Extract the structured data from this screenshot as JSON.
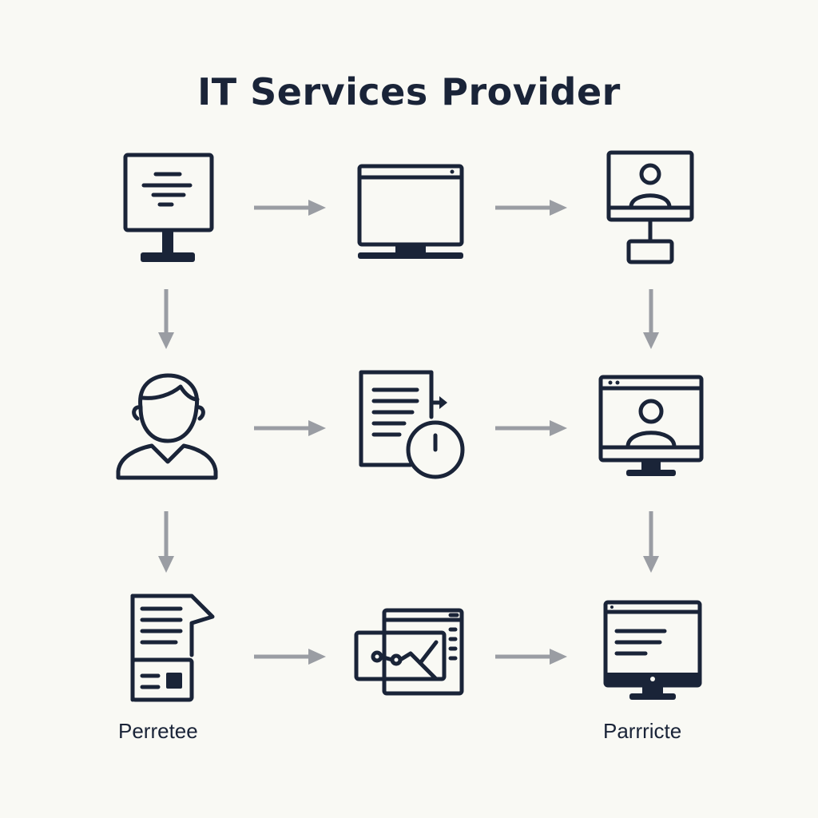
{
  "title": "IT Services Provider",
  "captions": {
    "bottom_left": "Perretee",
    "bottom_right": "Parrricte"
  },
  "icons": [
    {
      "row": 1,
      "col": 1,
      "icon": "monitor-code-icon"
    },
    {
      "row": 1,
      "col": 2,
      "icon": "monitor-window-icon"
    },
    {
      "row": 1,
      "col": 3,
      "icon": "monitor-user-network-icon"
    },
    {
      "row": 2,
      "col": 1,
      "icon": "user-icon"
    },
    {
      "row": 2,
      "col": 2,
      "icon": "document-clock-icon"
    },
    {
      "row": 2,
      "col": 3,
      "icon": "monitor-user-icon"
    },
    {
      "row": 3,
      "col": 1,
      "icon": "document-chat-card-icon"
    },
    {
      "row": 3,
      "col": 2,
      "icon": "chart-windows-icon"
    },
    {
      "row": 3,
      "col": 3,
      "icon": "monitor-text-icon"
    }
  ],
  "colors": {
    "ink": "#1a2438",
    "arrow": "#9a9da3",
    "background": "#f9f9f4"
  }
}
